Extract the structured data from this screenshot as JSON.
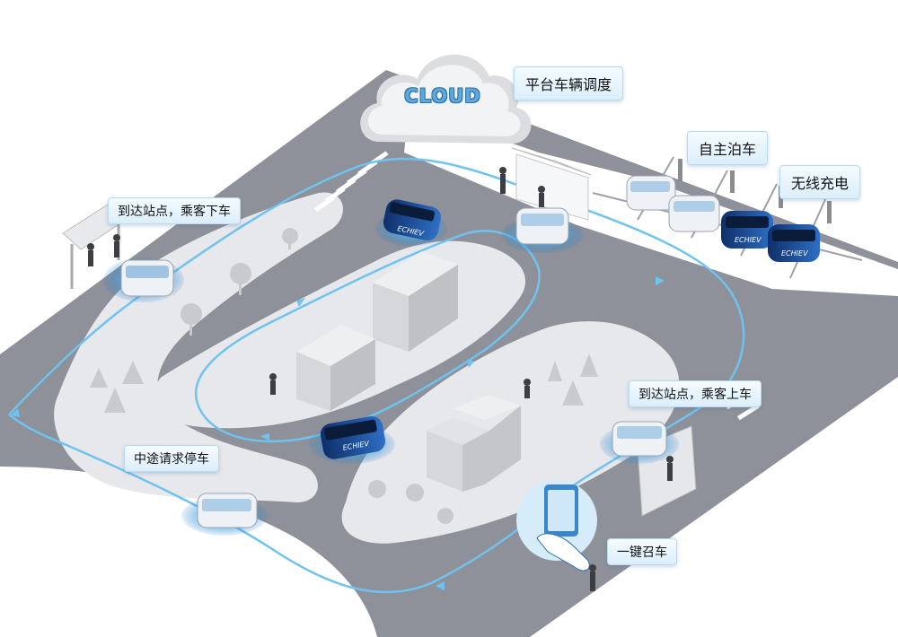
{
  "cloud": {
    "text": "CLOUD"
  },
  "labels": {
    "dispatch": "平台车辆调度",
    "auto_park": "自主泊车",
    "wireless_charge": "无线充电",
    "arrive_dropoff": "到达站点，乘客下车",
    "arrive_pickup": "到达站点，乘客上车",
    "midway_stop": "中途请求停车",
    "one_key_call": "一键召车"
  },
  "brand": "ECHIEV",
  "colors": {
    "road": "#8e9199",
    "sidewalk": "#e7e8ec",
    "route": "#6fc3ee",
    "bus_blue": "#1f4f9c",
    "bus_white": "#eef2f6",
    "highlight_blue": "#2a8ad6"
  }
}
